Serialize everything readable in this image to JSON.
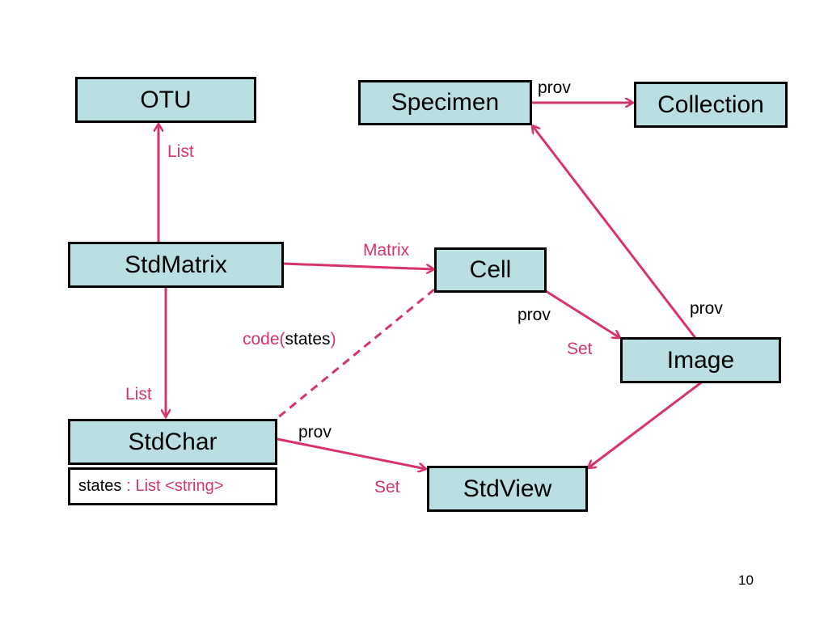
{
  "colors": {
    "box_fill": "#b9dfe2",
    "edge": "#d6336c",
    "relation_label": "#d6336c"
  },
  "nodes": {
    "otu": "OTU",
    "specimen": "Specimen",
    "collection": "Collection",
    "stdmatrix": "StdMatrix",
    "cell": "Cell",
    "image": "Image",
    "stdchar": "StdChar",
    "stdview": "StdView"
  },
  "stdchar_attribute": {
    "name": "states",
    "type": ": List <string>"
  },
  "edge_labels": {
    "specimen_collection": "prov",
    "stdmatrix_otu": "List",
    "stdmatrix_cell": "Matrix",
    "cell_image_prov": "prov",
    "cell_image_set": "Set",
    "image_specimen": "prov",
    "stdmatrix_stdchar": "List",
    "cell_stdchar_code": "code(",
    "cell_stdchar_states": "states",
    "cell_stdchar_close": ")",
    "stdchar_stdview_prov": "prov",
    "stdchar_stdview_set": "Set"
  },
  "page_number": "10"
}
